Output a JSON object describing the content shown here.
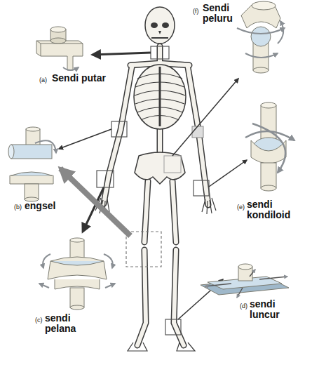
{
  "diagram": {
    "labels": [
      "(a)",
      "Sendi putar",
      "(f)",
      "Sendi peluru",
      "(b)",
      "engsel",
      "(c)",
      "sendi pelana",
      "(e)",
      "sendi kondiloid",
      "(d)",
      "sendi luncur"
    ]
  }
}
